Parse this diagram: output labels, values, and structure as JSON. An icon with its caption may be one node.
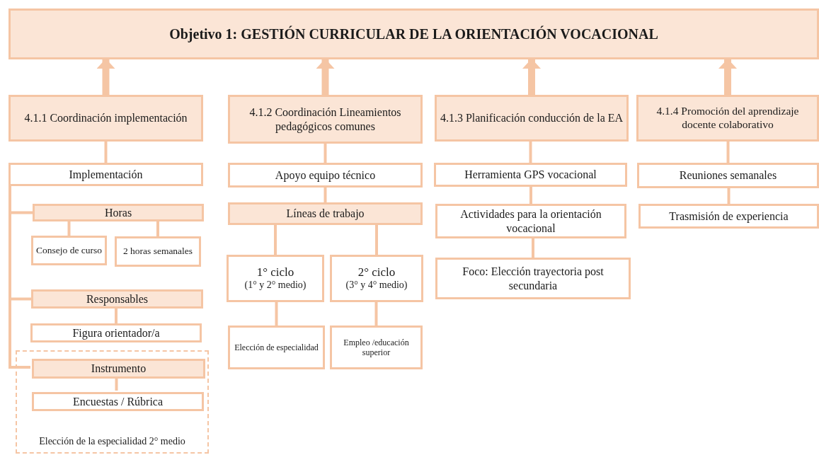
{
  "diagram": {
    "nodes": [
      {
        "text": [
          "Objetivo 1: GESTIÓN CURRICULAR DE LA ORIENTACIÓN VOCACIONAL"
        ]
      },
      {
        "text": [
          "4.1.1 Coordinación implementación"
        ]
      },
      {
        "text": [
          "Implementación"
        ]
      },
      {
        "text": [
          "Horas"
        ]
      },
      {
        "text": [
          "Consejo de curso"
        ]
      },
      {
        "text": [
          "2 horas semanales"
        ]
      },
      {
        "text": [
          "Responsables"
        ]
      },
      {
        "text": [
          "Figura orientador/a"
        ]
      },
      {
        "text": [
          "Elección de la especialidad 2° medio"
        ]
      },
      {
        "text": [
          "Instrumento"
        ],
        "in": 8
      },
      {
        "text": [
          "Encuestas / Rúbrica"
        ],
        "in": 8
      },
      {
        "text": [
          "4.1.2 Coordinación Lineamientos pedagógicos comunes"
        ]
      },
      {
        "text": [
          "Apoyo equipo técnico"
        ]
      },
      {
        "text": [
          "Líneas de trabajo"
        ]
      },
      {
        "text": [
          "1° ciclo",
          "(1° y 2° medio)"
        ]
      },
      {
        "text": [
          "2° ciclo",
          "(3° y 4° medio)"
        ]
      },
      {
        "text": [
          "Elección de especialidad"
        ]
      },
      {
        "text": [
          "Empleo /educación superior"
        ]
      },
      {
        "text": [
          "4.1.3 Planificación conducción de la EA"
        ]
      },
      {
        "text": [
          "Herramienta GPS vocacional"
        ]
      },
      {
        "text": [
          "Actividades para la orientación vocacional"
        ]
      },
      {
        "text": [
          "Foco: Elección trayectoria post secundaria"
        ]
      },
      {
        "text": [
          "4.1.4 Promoción del aprendizaje docente colaborativo"
        ]
      },
      {
        "text": [
          "Reuniones semanales"
        ]
      },
      {
        "text": [
          "Trasmisión de experiencia"
        ]
      }
    ],
    "edges": [
      {
        "from": 1,
        "to": 0,
        "arrow": "to",
        "style": "thick"
      },
      {
        "from": 11,
        "to": 0,
        "arrow": "to",
        "style": "thick"
      },
      {
        "from": 18,
        "to": 0,
        "arrow": "to",
        "style": "thick"
      },
      {
        "from": 22,
        "to": 0,
        "arrow": "to",
        "style": "thick"
      },
      {
        "from": 1,
        "to": 2,
        "arrow": "none"
      },
      {
        "from": 2,
        "to": 3,
        "arrow": "none"
      },
      {
        "from": 2,
        "to": 6,
        "arrow": "none"
      },
      {
        "from": 2,
        "to": 9,
        "arrow": "none"
      },
      {
        "from": 3,
        "to": 4,
        "arrow": "none"
      },
      {
        "from": 3,
        "to": 5,
        "arrow": "none"
      },
      {
        "from": 6,
        "to": 7,
        "arrow": "none"
      },
      {
        "from": 9,
        "to": 10,
        "arrow": "none"
      },
      {
        "from": 11,
        "to": 12,
        "arrow": "none"
      },
      {
        "from": 12,
        "to": 13,
        "arrow": "none"
      },
      {
        "from": 13,
        "to": 14,
        "arrow": "none"
      },
      {
        "from": 13,
        "to": 15,
        "arrow": "none"
      },
      {
        "from": 14,
        "to": 16,
        "arrow": "none"
      },
      {
        "from": 15,
        "to": 17,
        "arrow": "none"
      },
      {
        "from": 18,
        "to": 19,
        "arrow": "none"
      },
      {
        "from": 19,
        "to": 20,
        "arrow": "none"
      },
      {
        "from": 20,
        "to": 21,
        "arrow": "none"
      },
      {
        "from": 22,
        "to": 23,
        "arrow": "none"
      },
      {
        "from": 23,
        "to": 24,
        "arrow": "none"
      }
    ]
  }
}
